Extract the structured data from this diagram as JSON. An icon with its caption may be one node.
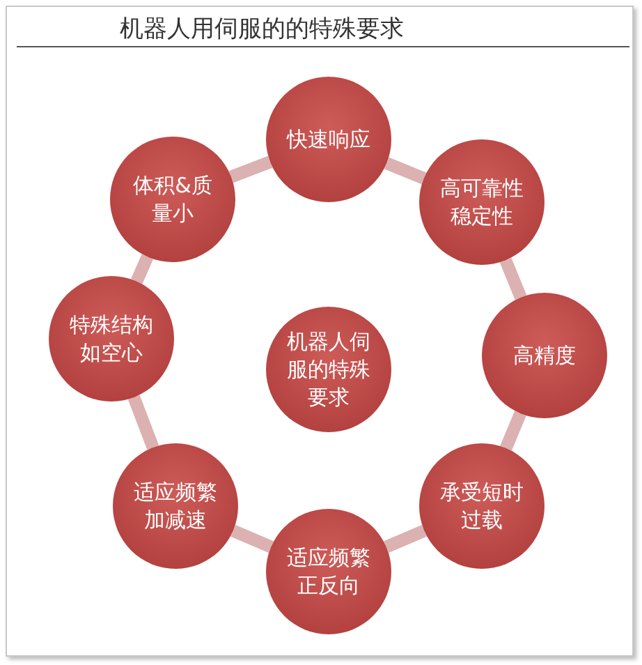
{
  "diagram": {
    "title": "机器人用伺服的的特殊要求",
    "nodes": [
      {
        "text": [
          "快速响应"
        ]
      },
      {
        "text": [
          "高可靠性稳定性"
        ]
      },
      {
        "text": [
          "高精度"
        ]
      },
      {
        "text": [
          "承受短时过载"
        ]
      },
      {
        "text": [
          "适应频繁正反向"
        ]
      },
      {
        "text": [
          "适应频繁加减速"
        ]
      },
      {
        "text": [
          "特殊结构如空心"
        ]
      },
      {
        "text": [
          "体积&质量小"
        ]
      },
      {
        "text": [
          "机器人伺服的特殊要求"
        ]
      }
    ],
    "edges": [
      {
        "from": 0,
        "to": 1,
        "arrow": "none"
      },
      {
        "from": 1,
        "to": 2,
        "arrow": "none"
      },
      {
        "from": 2,
        "to": 3,
        "arrow": "none"
      },
      {
        "from": 3,
        "to": 4,
        "arrow": "none"
      },
      {
        "from": 4,
        "to": 5,
        "arrow": "none"
      },
      {
        "from": 5,
        "to": 6,
        "arrow": "none"
      },
      {
        "from": 6,
        "to": 7,
        "arrow": "none"
      },
      {
        "from": 7,
        "to": 0,
        "arrow": "none"
      }
    ]
  }
}
